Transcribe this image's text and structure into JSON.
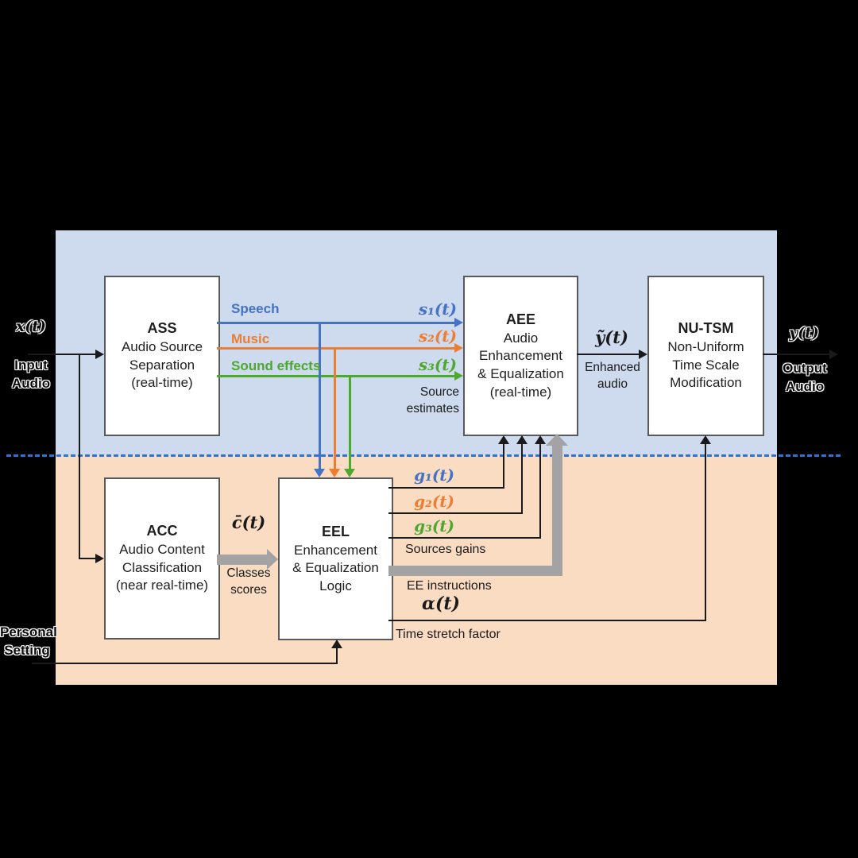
{
  "io": {
    "input_signal": "x(t)",
    "input_caption": [
      "Input",
      "Audio"
    ],
    "output_signal": "y(t)",
    "output_caption": [
      "Output",
      "Audio"
    ],
    "personal_setting": [
      "Personal",
      "Setting"
    ]
  },
  "boxes": {
    "ass": {
      "title": "ASS",
      "lines": [
        "Audio Source",
        "Separation",
        "(real-time)"
      ]
    },
    "aee": {
      "title": "AEE",
      "lines": [
        "Audio",
        "Enhancement",
        "& Equalization",
        "(real-time)"
      ]
    },
    "nutsm": {
      "title": "NU-TSM",
      "lines": [
        "Non-Uniform",
        "Time Scale",
        "Modification"
      ]
    },
    "acc": {
      "title": "ACC",
      "lines": [
        "Audio Content",
        "Classification",
        "(near real-time)"
      ]
    },
    "eel": {
      "title": "EEL",
      "lines": [
        "Enhancement",
        "& Equalization",
        "Logic"
      ]
    }
  },
  "streams": {
    "speech": {
      "label": "Speech",
      "signal": "s₁(t)"
    },
    "music": {
      "label": "Music",
      "signal": "s₂(t)"
    },
    "effects": {
      "label": "Sound effects",
      "signal": "s₃(t)"
    },
    "source_estimates": [
      "Source",
      "estimates"
    ]
  },
  "enhanced": {
    "signal": "ỹ(t)",
    "caption": [
      "Enhanced",
      "audio"
    ]
  },
  "classification": {
    "signal": "c̄(t)",
    "caption": [
      "Classes",
      "scores"
    ]
  },
  "gains": {
    "g1": "g₁(t)",
    "g2": "g₂(t)",
    "g3": "g₃(t)",
    "caption": "Sources gains"
  },
  "ee_instructions": "EE instructions",
  "time_stretch": {
    "signal": "α(t)",
    "caption": "Time stretch factor"
  },
  "colors": {
    "panel_realtime": "#cedaee",
    "panel_personalized": "#fadcc3",
    "speech_blue": "#4472c4",
    "music_orange": "#ed7d31",
    "effects_green": "#4ea72e",
    "divider_blue": "#2e74d4",
    "gray_arrow": "#a3a3a3",
    "box_border": "#595959"
  }
}
